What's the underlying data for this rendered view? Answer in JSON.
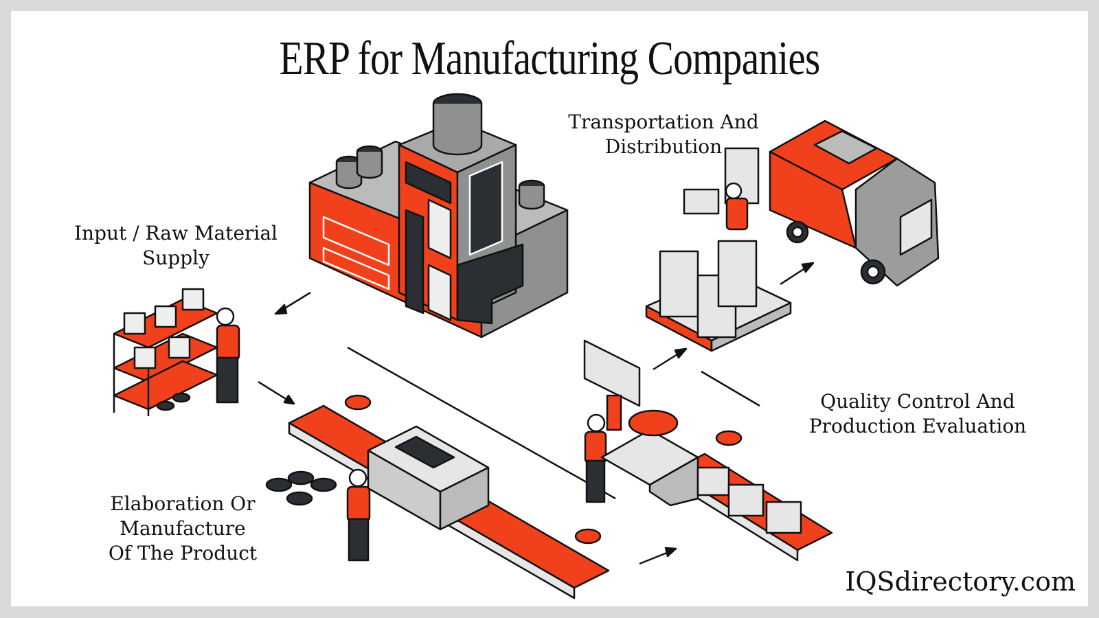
{
  "title": "ERP for Manufacturing Companies",
  "labels": {
    "raw_material": [
      "Input / Raw Material",
      "Supply"
    ],
    "transportation": [
      "Transportation And",
      "Distribution"
    ],
    "quality": [
      "Quality Control And",
      "Production Evaluation"
    ],
    "manufacture": [
      "Elaboration Or",
      "Manufacture",
      "Of The Product"
    ]
  },
  "brand": "IQSdirectory.com",
  "colors": {
    "accent": "#f0411c",
    "gray": "#9a9d9b",
    "dark": "#2b2e33",
    "light": "#e6e6e6"
  }
}
